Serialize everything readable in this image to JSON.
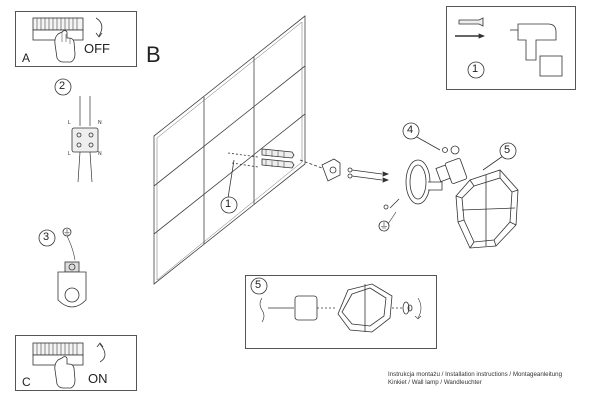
{
  "panel_a": {
    "letter": "A",
    "state": "OFF"
  },
  "panel_b": {
    "letter": "B"
  },
  "panel_c": {
    "letter": "C",
    "state": "ON"
  },
  "steps": {
    "s1": "1",
    "s2": "2",
    "s3": "3",
    "s4": "4",
    "s5": "5"
  },
  "wire_labels": {
    "l": "L",
    "n": "N"
  },
  "credits": {
    "line1": "Instrukcja montażu / Installation instructions / Montageanleitung",
    "line2": "Kinkiet / Wall lamp / Wandleuchter"
  }
}
